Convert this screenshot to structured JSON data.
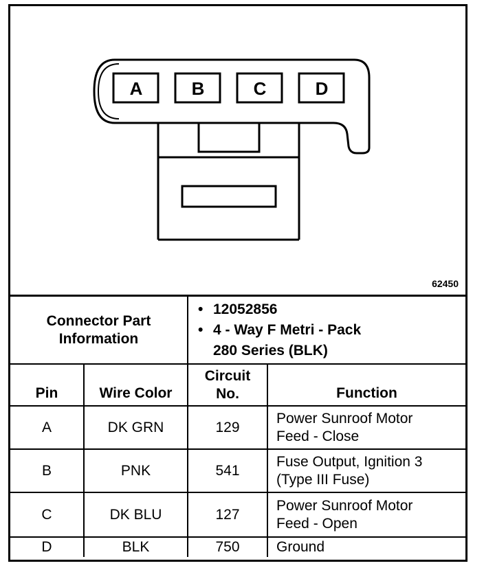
{
  "diagram": {
    "pins": [
      "A",
      "B",
      "C",
      "D"
    ],
    "drawing_id": "62450"
  },
  "connector_info": {
    "label": "Connector Part Information",
    "label_line1": "Connector Part",
    "label_line2": "Information",
    "bullet": "•",
    "part_number": "12052856",
    "description_line1": "4 - Way F Metri - Pack",
    "description_line2": "280 Series (BLK)"
  },
  "table": {
    "headers": {
      "pin": "Pin",
      "wire_color": "Wire Color",
      "circuit_line1": "Circuit",
      "circuit_line2": "No.",
      "function": "Function"
    },
    "rows": [
      {
        "pin": "A",
        "wire_color": "DK GRN",
        "circuit": "129",
        "function_line1": "Power Sunroof Motor",
        "function_line2": "Feed - Close"
      },
      {
        "pin": "B",
        "wire_color": "PNK",
        "circuit": "541",
        "function_line1": "Fuse Output, Ignition 3",
        "function_line2": "(Type III Fuse)"
      },
      {
        "pin": "C",
        "wire_color": "DK BLU",
        "circuit": "127",
        "function_line1": "Power Sunroof Motor",
        "function_line2": "Feed - Open"
      },
      {
        "pin": "D",
        "wire_color": "BLK",
        "circuit": "750",
        "function_line1": "Ground",
        "function_line2": ""
      }
    ]
  }
}
